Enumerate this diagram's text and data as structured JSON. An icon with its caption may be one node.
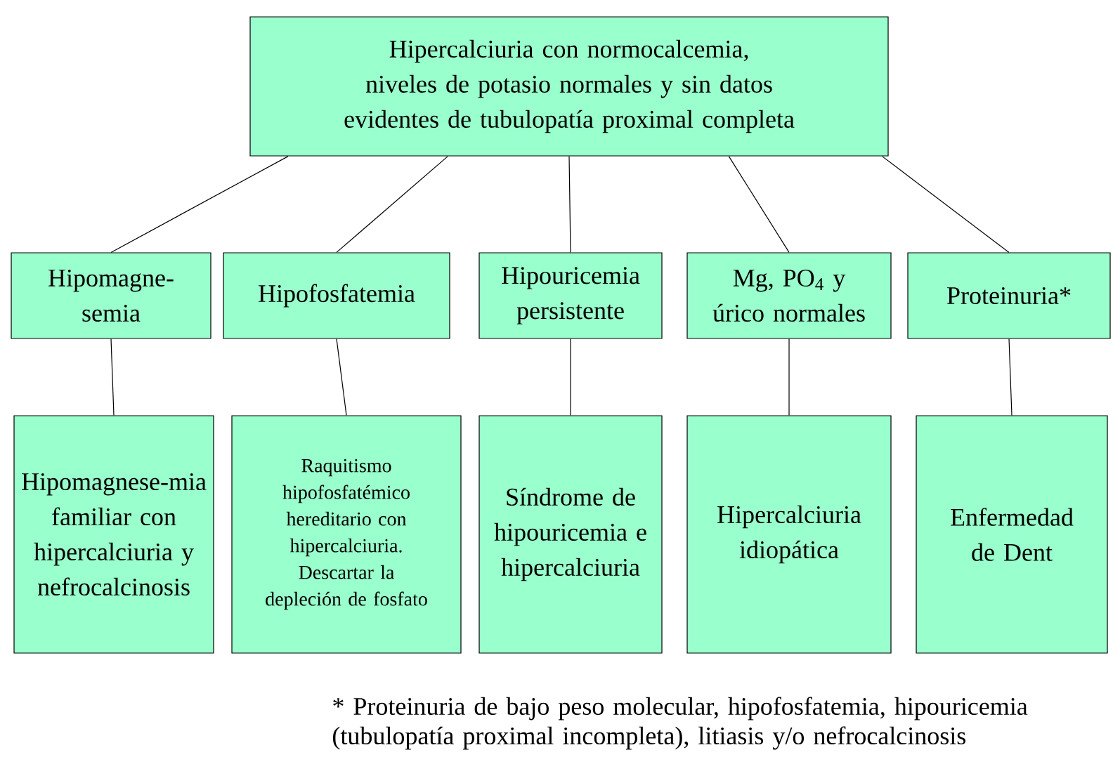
{
  "diagram": {
    "nodes": [
      {
        "text": [
          "Hipercalciuria con normocalcemia, niveles de potasio normales y sin datos evidentes de tubulopatía proximal completa"
        ]
      },
      {
        "text": [
          "Hipomagne-semia"
        ]
      },
      {
        "text": [
          "Hipofosfatemia"
        ]
      },
      {
        "text": [
          "Hipouricemia persistente"
        ]
      },
      {
        "text": [
          "Mg, PO$_{4}$ y úrico normales"
        ]
      },
      {
        "text": [
          "Proteinuria*"
        ]
      },
      {
        "text": [
          "Hipomagnese-mia familiar con hipercalciuria y nefrocalcinosis"
        ]
      },
      {
        "text": [
          "Raquitismo hipofosfatémico hereditario con hipercalciuria. Descartar la depleción de fosfato"
        ]
      },
      {
        "text": [
          "Síndrome de hipouricemia e hipercalciuria"
        ]
      },
      {
        "text": [
          "Hipercalciuria idiopática"
        ]
      },
      {
        "text": [
          "Enfermedad de Dent"
        ]
      }
    ],
    "edges": [
      {
        "from": 0,
        "to": 1,
        "arrow": "none"
      },
      {
        "from": 0,
        "to": 2,
        "arrow": "none"
      },
      {
        "from": 0,
        "to": 3,
        "arrow": "none"
      },
      {
        "from": 0,
        "to": 4,
        "arrow": "none"
      },
      {
        "from": 0,
        "to": 5,
        "arrow": "none"
      },
      {
        "from": 1,
        "to": 6,
        "arrow": "none"
      },
      {
        "from": 2,
        "to": 7,
        "arrow": "none"
      },
      {
        "from": 3,
        "to": 8,
        "arrow": "none"
      },
      {
        "from": 4,
        "to": 9,
        "arrow": "none"
      },
      {
        "from": 5,
        "to": 10,
        "arrow": "none"
      }
    ],
    "labels": [
      "* Proteinuria de bajo peso molecular, hipofosfatemia, hipouricemia (tubulopatía proximal incompleta), litiasis y/o nefrocalcinosis"
    ]
  }
}
